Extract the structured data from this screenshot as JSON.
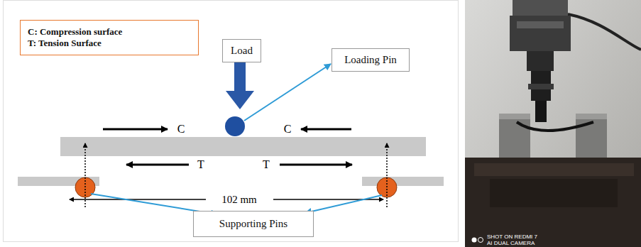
{
  "diagram": {
    "nodes": [
      {
        "text": [
          "C: Compression surface",
          "T: Tension Surface"
        ]
      },
      {
        "text": [
          "Load"
        ]
      },
      {
        "text": [
          "Loading Pin"
        ]
      },
      {
        "text": [
          "Supporting Pins"
        ]
      }
    ],
    "labels": [
      "C",
      "C",
      "T",
      "T",
      "102 mm",
      "SHOT ON REDMI 7",
      "AI DUAL CAMERA"
    ]
  }
}
